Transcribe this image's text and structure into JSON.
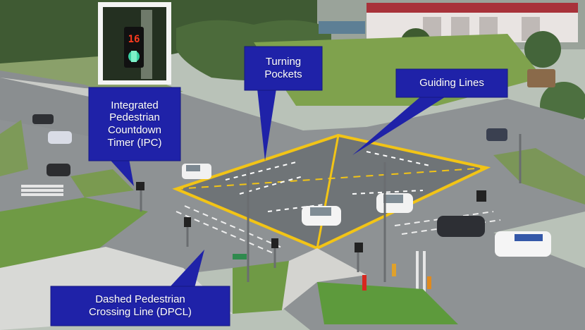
{
  "callouts": {
    "ipc": "Integrated\nPedestrian\nCountdown\nTimer (IPC)",
    "turning": "Turning\nPockets",
    "guiding": "Guiding Lines",
    "dpcl": "Dashed Pedestrian\nCrossing Line (DPCL)"
  },
  "timer_digits": "16",
  "colors": {
    "callout_fill": "#1f22a8",
    "road_line_yellow": "#f2c416",
    "grass": "#6f9a45"
  }
}
